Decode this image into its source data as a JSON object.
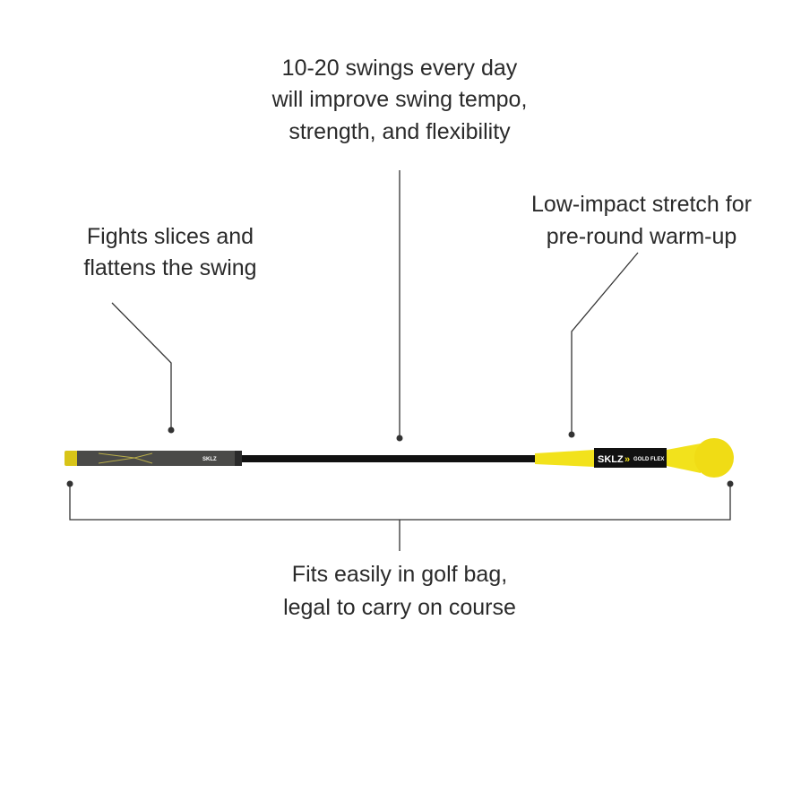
{
  "callouts": {
    "top": [
      "10-20 swings every day",
      "will improve swing tempo,",
      "strength, and flexibility"
    ],
    "left": [
      "Fights slices and",
      "flattens the swing"
    ],
    "right": [
      "Low-impact stretch for",
      "pre-round warm-up"
    ],
    "bottom": [
      "Fits easily in golf bag,",
      "legal to carry on course"
    ]
  },
  "product": {
    "brand": "SKLZ",
    "model": "GOLD FLEX",
    "grip_brand": "SKLZ"
  },
  "colors": {
    "yellow": "#f2e21c",
    "shaft": "#111111",
    "grip": "#4a4a48"
  }
}
